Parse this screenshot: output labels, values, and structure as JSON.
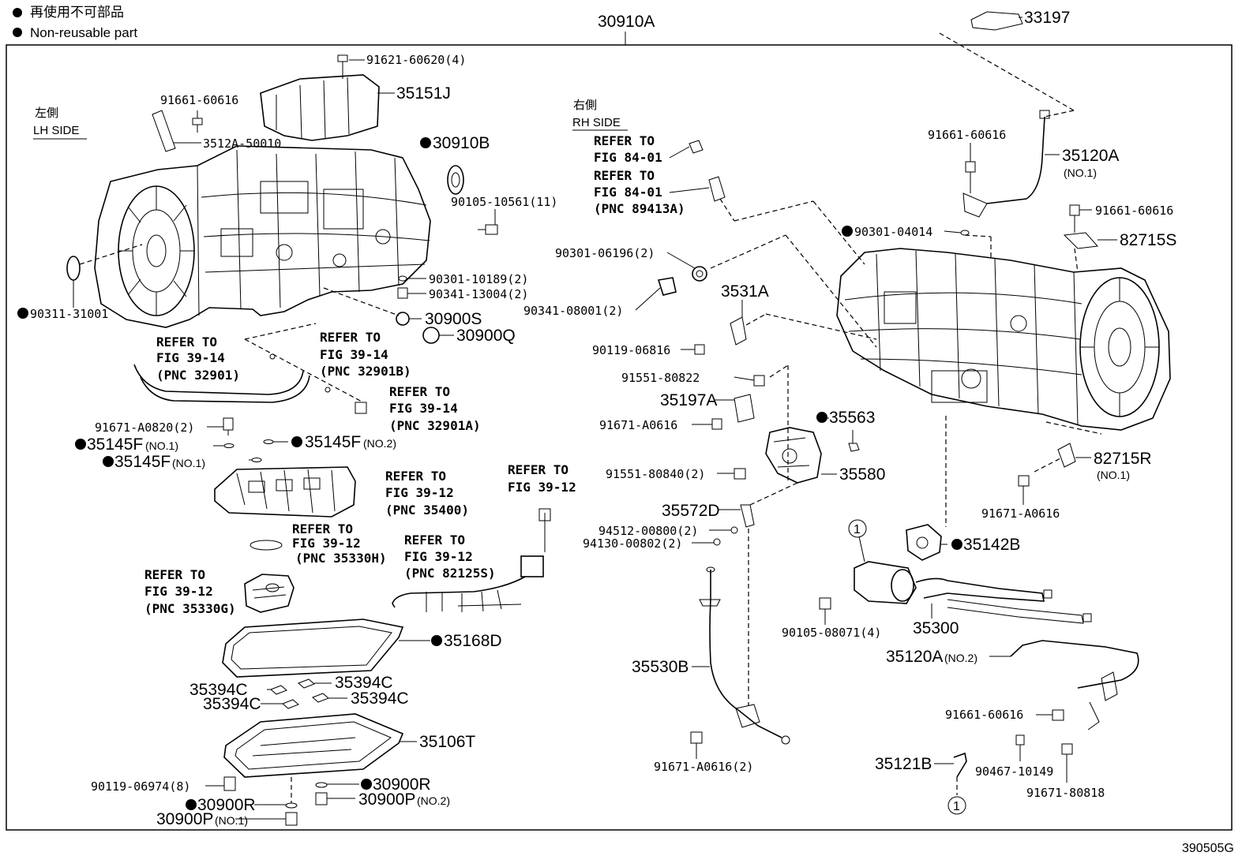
{
  "legend": {
    "line_jp": "再使用不可部品",
    "line_en": "Non-reusable part"
  },
  "assembly_number": "30910A",
  "sides": {
    "lh_jp": "左側",
    "lh_en": "LH SIDE",
    "rh_jp": "右側",
    "rh_en": "RH SIDE"
  },
  "labels": [
    {
      "id": "p33197",
      "text": "33197"
    },
    {
      "id": "p91621",
      "text": "91621-60620(4)"
    },
    {
      "id": "p35151J",
      "text": "35151J"
    },
    {
      "id": "p91661a",
      "text": "91661-60616"
    },
    {
      "id": "p3512A",
      "text": "3512A-50010"
    },
    {
      "id": "p30910B",
      "text": "30910B",
      "nonreusable": true
    },
    {
      "id": "p90105a",
      "text": "90105-10561(11)"
    },
    {
      "id": "p90311",
      "text": "90311-31001",
      "nonreusable": true
    },
    {
      "id": "p90301a",
      "text": "90301-10189(2)"
    },
    {
      "id": "p90341a",
      "text": "90341-13004(2)"
    },
    {
      "id": "p30900S",
      "text": "30900S"
    },
    {
      "id": "p30900Q",
      "text": "30900Q"
    },
    {
      "id": "p91671a",
      "text": "91671-A0820(2)"
    },
    {
      "id": "p35145F1",
      "text": "35145F",
      "nonreusable": true,
      "suffix": "(NO.1)"
    },
    {
      "id": "p35145F2",
      "text": "35145F",
      "nonreusable": true,
      "suffix": "(NO.2)"
    },
    {
      "id": "p35145F3",
      "text": "35145F",
      "nonreusable": true,
      "suffix": "(NO.1)"
    },
    {
      "id": "p35168D",
      "text": "35168D",
      "nonreusable": true
    },
    {
      "id": "p35394Ca",
      "text": "35394C"
    },
    {
      "id": "p35394Cb",
      "text": "35394C"
    },
    {
      "id": "p35394Cc",
      "text": "35394C"
    },
    {
      "id": "p35394Cd",
      "text": "35394C"
    },
    {
      "id": "p35106T",
      "text": "35106T"
    },
    {
      "id": "p90119a",
      "text": "90119-06974(8)"
    },
    {
      "id": "p30900Ra",
      "text": "30900R",
      "nonreusable": true
    },
    {
      "id": "p30900Rb",
      "text": "30900R",
      "nonreusable": true
    },
    {
      "id": "p30900Pa",
      "text": "30900P",
      "suffix": "(NO.2)"
    },
    {
      "id": "p30900Pb",
      "text": "30900P",
      "suffix": "(NO.1)"
    },
    {
      "id": "p91661b",
      "text": "91661-60616"
    },
    {
      "id": "p35120A1",
      "text": "35120A"
    },
    {
      "id": "p35120A1s",
      "text": "(NO.1)"
    },
    {
      "id": "p91661c",
      "text": "91661-60616"
    },
    {
      "id": "p82715S",
      "text": "82715S"
    },
    {
      "id": "p90301b",
      "text": "90301-04014",
      "nonreusable": true
    },
    {
      "id": "p90301c",
      "text": "90301-06196(2)"
    },
    {
      "id": "p90341b",
      "text": "90341-08001(2)"
    },
    {
      "id": "p3531A",
      "text": "3531A"
    },
    {
      "id": "p90119b",
      "text": "90119-06816"
    },
    {
      "id": "p91551a",
      "text": "91551-80822"
    },
    {
      "id": "p35197A",
      "text": "35197A"
    },
    {
      "id": "p91671b",
      "text": "91671-A0616"
    },
    {
      "id": "p35563",
      "text": "35563",
      "nonreusable": true
    },
    {
      "id": "p91551b",
      "text": "91551-80840(2)"
    },
    {
      "id": "p35580",
      "text": "35580"
    },
    {
      "id": "p35572D",
      "text": "35572D"
    },
    {
      "id": "p94512",
      "text": "94512-00800(2)"
    },
    {
      "id": "p94130",
      "text": "94130-00802(2)"
    },
    {
      "id": "p82715R",
      "text": "82715R"
    },
    {
      "id": "p82715Rs",
      "text": "(NO.1)"
    },
    {
      "id": "p91671c",
      "text": "91671-A0616"
    },
    {
      "id": "p35142B",
      "text": "35142B",
      "nonreusable": true
    },
    {
      "id": "p90105b",
      "text": "90105-08071(4)"
    },
    {
      "id": "p35300",
      "text": "35300"
    },
    {
      "id": "p35120A2",
      "text": "35120A",
      "suffix": "(NO.2)"
    },
    {
      "id": "p35530B",
      "text": "35530B"
    },
    {
      "id": "p91661d",
      "text": "91661-60616"
    },
    {
      "id": "p91671d",
      "text": "91671-A0616(2)"
    },
    {
      "id": "p35121B",
      "text": "35121B"
    },
    {
      "id": "p90467",
      "text": "90467-10149"
    },
    {
      "id": "p91671e",
      "text": "91671-80818"
    }
  ],
  "refer_notes": [
    {
      "id": "r1",
      "lines": [
        "REFER TO",
        "FIG 39-14",
        "(PNC 32901)"
      ]
    },
    {
      "id": "r2",
      "lines": [
        "REFER TO",
        "FIG 39-14",
        "(PNC 32901B)"
      ]
    },
    {
      "id": "r3",
      "lines": [
        "REFER TO",
        "FIG 39-14",
        "(PNC 32901A)"
      ]
    },
    {
      "id": "r4",
      "lines": [
        "REFER TO",
        "FIG 39-12",
        "(PNC 35400)"
      ]
    },
    {
      "id": "r5",
      "lines": [
        "REFER TO",
        "FIG 39-12"
      ]
    },
    {
      "id": "r6",
      "lines": [
        "REFER TO",
        "FIG 39-12",
        "(PNC 35330H)"
      ]
    },
    {
      "id": "r7",
      "lines": [
        "REFER TO",
        "FIG 39-12",
        "(PNC 82125S)"
      ]
    },
    {
      "id": "r8",
      "lines": [
        "REFER TO",
        "FIG 39-12",
        "(PNC 35330G)"
      ]
    },
    {
      "id": "r9",
      "lines": [
        "REFER TO",
        "FIG 84-01"
      ]
    },
    {
      "id": "r10",
      "lines": [
        "REFER TO",
        "FIG 84-01",
        "(PNC 89413A)"
      ]
    }
  ],
  "callouts": [
    "1",
    "1"
  ],
  "figure_code": "390505G"
}
